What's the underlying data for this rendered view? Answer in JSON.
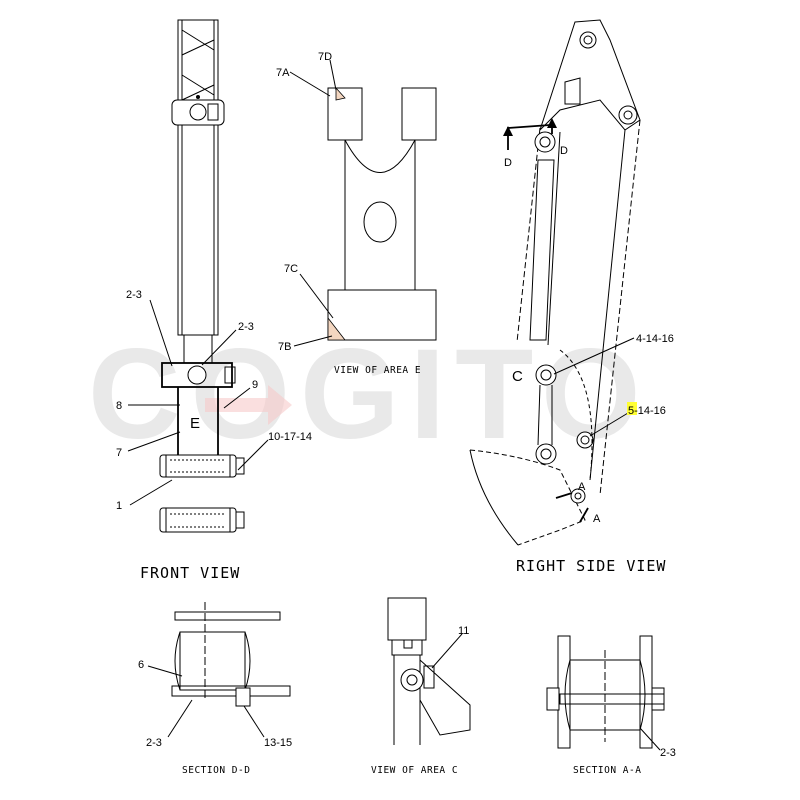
{
  "watermark": "COGITO",
  "colors": {
    "highlight": "#ffff33",
    "watermark": "#e9e9e9",
    "arrow": "#ff6060"
  },
  "front_view": {
    "title": "FRONT VIEW",
    "callouts": [
      "2-3",
      "2-3",
      "8",
      "9",
      "E",
      "7",
      "10-17-14",
      "1"
    ]
  },
  "view_e": {
    "title": "VIEW OF AREA E",
    "callouts": [
      "7A",
      "7D",
      "7C",
      "7B"
    ]
  },
  "right_side_view": {
    "title": "RIGHT SIDE VIEW",
    "callouts": [
      "D",
      "D",
      "4-14-16",
      "C",
      "5-14-16",
      "A",
      "A"
    ],
    "highlighted_callout": "5-14-16"
  },
  "section_dd": {
    "title": "SECTION D-D",
    "callouts": [
      "6",
      "2-3",
      "13-15"
    ]
  },
  "view_c": {
    "title": "VIEW OF AREA C",
    "callouts": [
      "11"
    ]
  },
  "section_aa": {
    "title": "SECTION A-A",
    "callouts": [
      "2-3"
    ]
  }
}
